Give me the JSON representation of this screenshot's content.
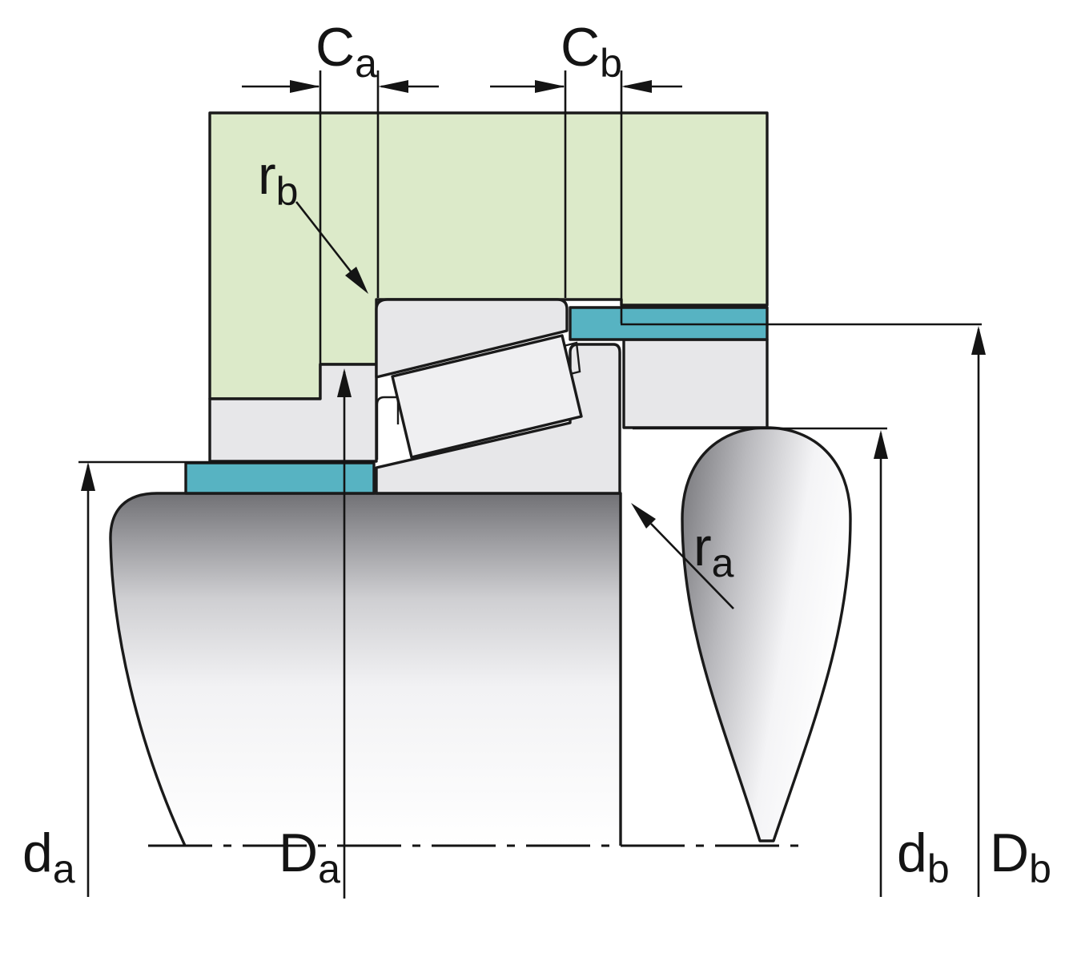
{
  "labels": {
    "Ca": {
      "main": "C",
      "sub": "a"
    },
    "Cb": {
      "main": "C",
      "sub": "b"
    },
    "rb": {
      "main": "r",
      "sub": "b"
    },
    "ra": {
      "main": "r",
      "sub": "a"
    },
    "da": {
      "main": "d",
      "sub": "a"
    },
    "Da": {
      "main": "D",
      "sub": "a"
    },
    "db": {
      "main": "d",
      "sub": "b"
    },
    "Db": {
      "main": "D",
      "sub": "b"
    }
  },
  "colors": {
    "housing_green": "#dceac9",
    "ring_teal": "#57b3c2",
    "part_grey": "#e7e7e9",
    "roller_grey": "#efeff1",
    "outline_black": "#1a1a1a",
    "background": "#ffffff"
  }
}
